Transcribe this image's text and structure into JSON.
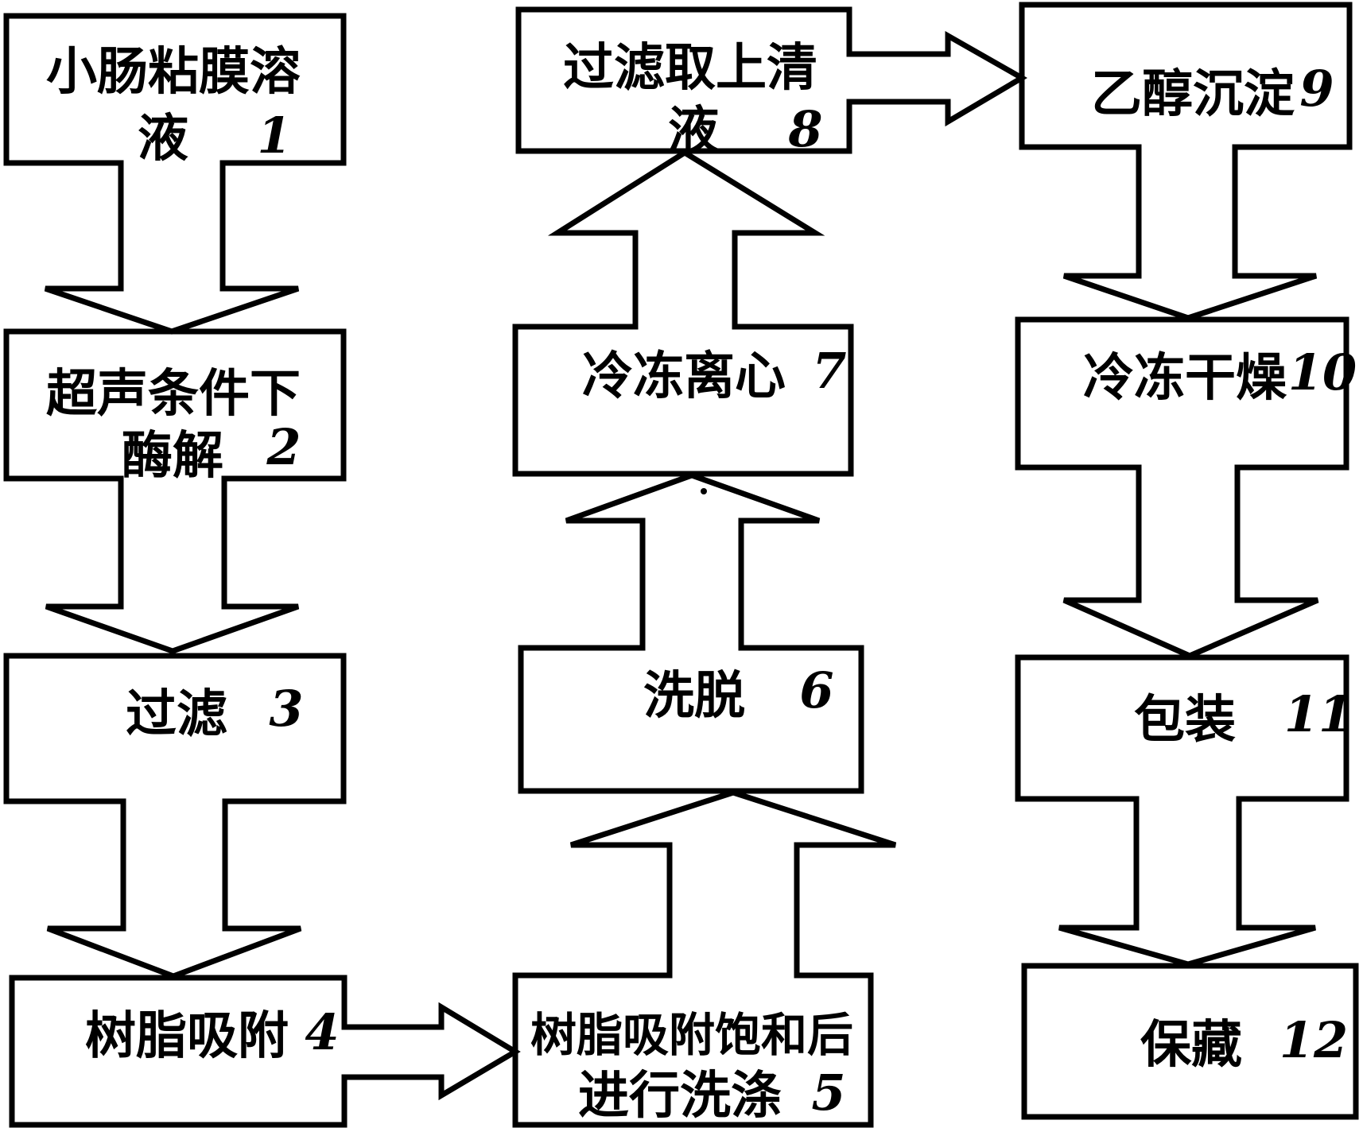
{
  "figure": {
    "type": "flowchart",
    "background": "#ffffff",
    "ink": "#000000",
    "boxes": {
      "b1": {
        "line1": "小肠粘膜溶",
        "line2": "液",
        "num": "1"
      },
      "b2": {
        "line1": "超声条件下",
        "line2": "酶解",
        "num": "2"
      },
      "b3": {
        "text": "过滤",
        "num": "3"
      },
      "b4": {
        "text": "树脂吸附",
        "num": "4"
      },
      "b5": {
        "line1": "树脂吸附饱和后",
        "line2": "进行洗涤",
        "num": "5"
      },
      "b6": {
        "text": "洗脱",
        "num": "6"
      },
      "b7": {
        "text": "冷冻离心",
        "num": "7"
      },
      "b8": {
        "line1": "过滤取上清",
        "line2": "液",
        "num": "8"
      },
      "b9": {
        "text": "乙醇沉淀",
        "num": "9"
      },
      "b10": {
        "text": "冷冻干燥",
        "num": "10"
      },
      "b11": {
        "text": "包装",
        "num": "11"
      },
      "b12": {
        "text": "保藏",
        "num": "12"
      }
    },
    "flow": [
      {
        "from": "1",
        "to": "2",
        "direction": "down"
      },
      {
        "from": "2",
        "to": "3",
        "direction": "down"
      },
      {
        "from": "3",
        "to": "4",
        "direction": "down"
      },
      {
        "from": "4",
        "to": "5",
        "direction": "right"
      },
      {
        "from": "5",
        "to": "6",
        "direction": "up"
      },
      {
        "from": "6",
        "to": "7",
        "direction": "up"
      },
      {
        "from": "7",
        "to": "8",
        "direction": "up"
      },
      {
        "from": "8",
        "to": "9",
        "direction": "right"
      },
      {
        "from": "9",
        "to": "10",
        "direction": "down"
      },
      {
        "from": "10",
        "to": "11",
        "direction": "down"
      },
      {
        "from": "11",
        "to": "12",
        "direction": "down"
      }
    ]
  }
}
